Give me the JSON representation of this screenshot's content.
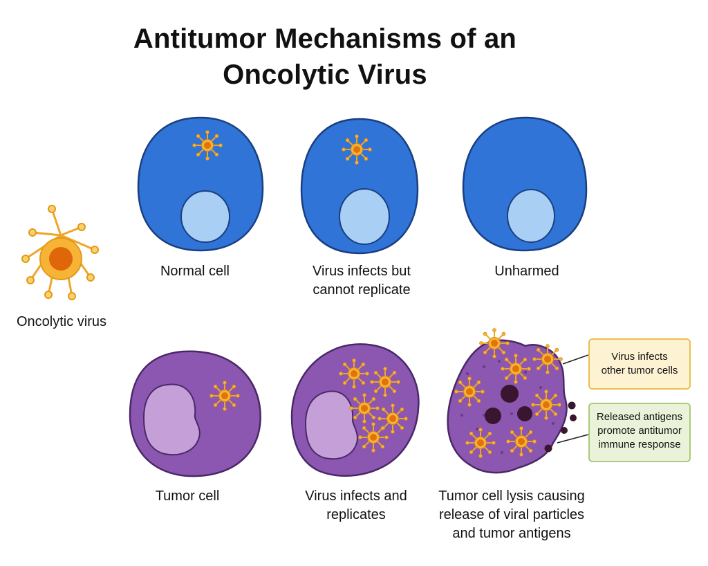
{
  "title": {
    "line1": "Antitumor Mechanisms of an",
    "line2": "Oncolytic Virus"
  },
  "legend": {
    "virus_label": "Oncolytic virus"
  },
  "normal_row": [
    {
      "lines": [
        "Normal cell"
      ]
    },
    {
      "lines": [
        "Virus infects but",
        "cannot replicate"
      ]
    },
    {
      "lines": [
        "Unharmed"
      ]
    }
  ],
  "tumor_row": [
    {
      "lines": [
        "Tumor cell"
      ]
    },
    {
      "lines": [
        "Virus infects and",
        "replicates"
      ]
    },
    {
      "lines": [
        "Tumor cell lysis causing",
        "release of viral particles",
        "and tumor antigens"
      ]
    }
  ],
  "callouts": {
    "infect": [
      "Virus infects",
      "other tumor cells"
    ],
    "antigens": [
      "Released antigens",
      "promote antitumor",
      "immune response"
    ]
  },
  "colors": {
    "normal_cell": "#2f74d6",
    "normal_nucleus": "#a9cff5",
    "tumor_cell": "#8c57b0",
    "tumor_nucleus": "#c59fd8",
    "virus_core": "#e0730a",
    "virus_ring": "#f5ae27",
    "antigen": "#3a1530",
    "callout_infect_fill": "#fdf3d2",
    "callout_antigen_fill": "#eaf3da"
  }
}
